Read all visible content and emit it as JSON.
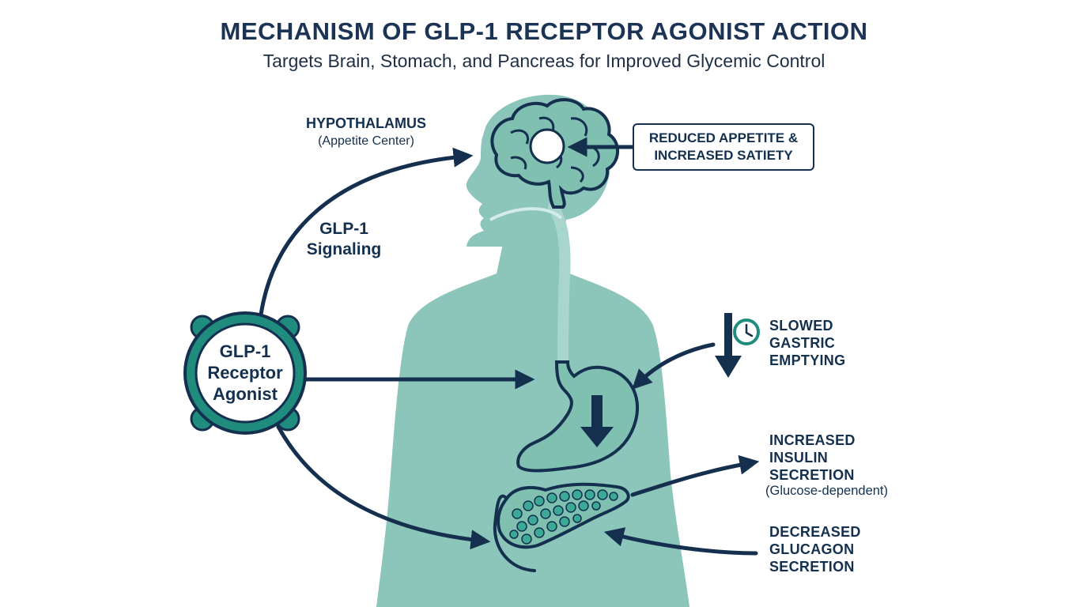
{
  "header": {
    "title": "MECHANISM OF GLP-1 RECEPTOR AGONIST ACTION",
    "subtitle": "Targets Brain, Stomach, and Pancreas for Improved Glycemic Control"
  },
  "labels": {
    "hypothalamus": "HYPOTHALAMUS",
    "hypothalamus_sub": "(Appetite Center)",
    "signaling_line1": "GLP-1",
    "signaling_line2": "Signaling",
    "agonist_line1": "GLP-1",
    "agonist_line2": "Receptor",
    "agonist_line3": "Agonist",
    "appetite_line1": "REDUCED APPETITE &",
    "appetite_line2": "INCREASED SATIETY",
    "gastric_line1": "SLOWED",
    "gastric_line2": "GASTRIC",
    "gastric_line3": "EMPTYING",
    "insulin_line1": "INCREASED",
    "insulin_line2": "INSULIN",
    "insulin_line3": "SECRETION",
    "insulin_sub": "(Glucose-dependent)",
    "glucagon_line1": "DECREASED",
    "glucagon_line2": "GLUCAGON",
    "glucagon_line3": "SECRETION"
  },
  "icons": {
    "brain": "brain-icon",
    "stomach": "stomach-icon",
    "pancreas": "pancreas-icon",
    "clock": "clock-icon",
    "receptor": "receptor-ring-icon"
  },
  "colors": {
    "navy": "#15304f",
    "body_teal": "#8cc5ba",
    "teal_light": "#a8d6cc",
    "teal_accent": "#1f8c7e",
    "organ_fill": "#7fc0b1",
    "pancreas_dot": "#3ba995"
  }
}
